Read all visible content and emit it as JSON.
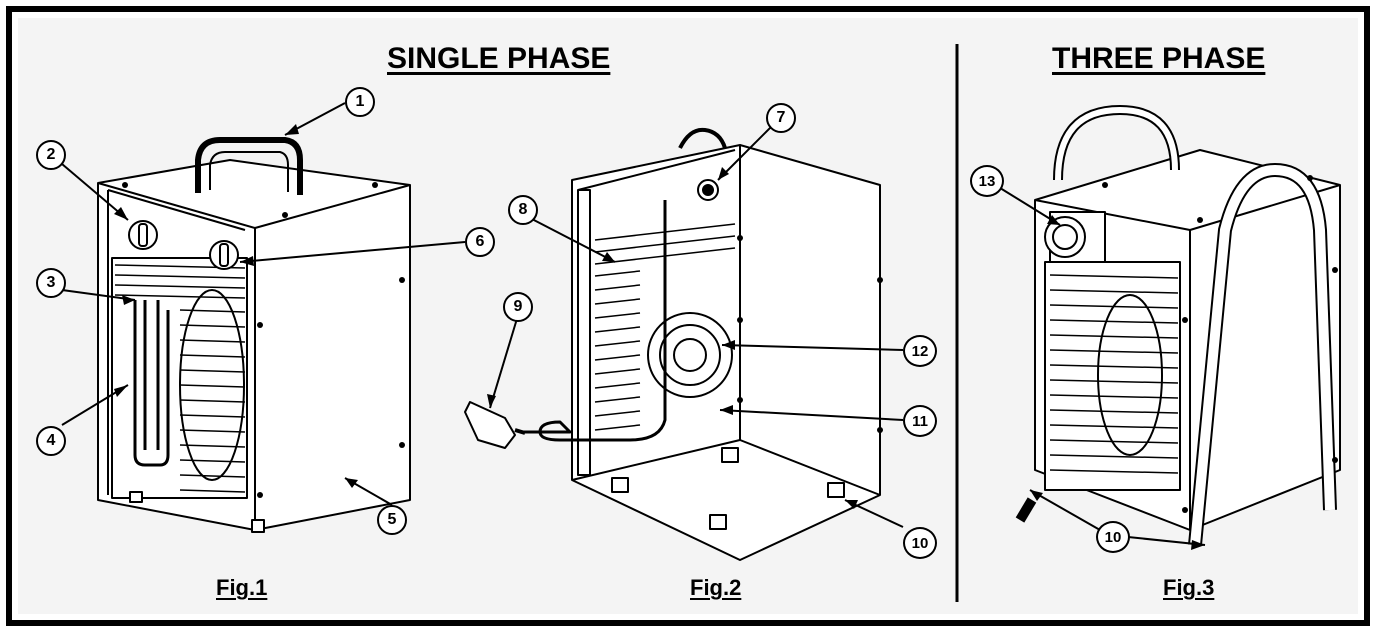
{
  "headings": {
    "single_phase": "SINGLE PHASE",
    "three_phase": "THREE PHASE"
  },
  "figures": {
    "fig1": "Fig.1",
    "fig2": "Fig.2",
    "fig3": "Fig.3"
  },
  "callouts": {
    "c1": "1",
    "c2": "2",
    "c3": "3",
    "c4": "4",
    "c5": "5",
    "c6": "6",
    "c7": "7",
    "c8": "8",
    "c9": "9",
    "c10a": "10",
    "c10b": "10",
    "c11": "11",
    "c12": "12",
    "c13": "13"
  },
  "colors": {
    "frame": "#000000",
    "panel": "#f4f4f4",
    "line": "#000000"
  }
}
